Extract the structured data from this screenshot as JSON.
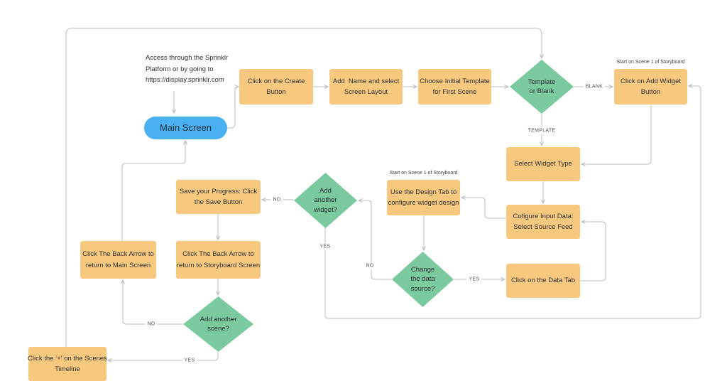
{
  "diagram": {
    "annotation": "Access through the Sprinklr\nPlatform or by going to\nhttps://display.sprinklr.com",
    "nodes": {
      "main_screen": {
        "type": "start",
        "label": "Main Screen"
      },
      "click_create": {
        "type": "process",
        "label": "Click on the Create\nButton"
      },
      "add_name": {
        "type": "process",
        "label": "Add  Name and select\nScreen Layout"
      },
      "choose_template": {
        "type": "process",
        "label": "Choose Initial Template\nfor First Scene"
      },
      "template_or_blank": {
        "type": "decision",
        "label": "Template\nor Blank"
      },
      "add_widget_button": {
        "type": "process",
        "label": "Click on Add Widget\nButton",
        "note": "Start on Scene 1 of Storyboard"
      },
      "select_widget_type": {
        "type": "process",
        "label": "Select Widget Type"
      },
      "configure_input": {
        "type": "process",
        "label": "Cofigure Input Data:\nSelect Source Feed"
      },
      "design_tab": {
        "type": "process",
        "label": "Use the Design Tab to\nconfigure widget design",
        "note": "Start on Scene 1 of Storyboard"
      },
      "data_tab": {
        "type": "process",
        "label": "Click on the Data Tab"
      },
      "change_source": {
        "type": "decision",
        "label": "Change\nthe data\nsource?"
      },
      "add_widget_q": {
        "type": "decision",
        "label": "Add\nanother\nwidget?"
      },
      "save_progress": {
        "type": "process",
        "label": "Save your Progress: Click\nthe Save Button"
      },
      "back_storyboard": {
        "type": "process",
        "label": "Click The Back Arrow to\nreturn to Storyboard Screen"
      },
      "back_main": {
        "type": "process",
        "label": "Click The Back Arrow to\nreturn to Main Screen"
      },
      "add_scene_q": {
        "type": "decision",
        "label": "Add another\nscene?"
      },
      "plus_timeline": {
        "type": "process",
        "label": "Click the ‘+’ on the Scenes\nTimeline"
      }
    },
    "edge_labels": {
      "blank": "BLANK",
      "template": "TEMPLATE",
      "widget_no": "NO",
      "widget_yes": "YES",
      "source_no": "NO",
      "source_yes": "YES",
      "scene_no": "NO",
      "scene_yes": "YES"
    },
    "colors": {
      "process_fill": "#f9c87f",
      "decision_fill": "#7bc99e",
      "start_fill": "#49b0f2",
      "connector": "#b9bcbf"
    }
  }
}
